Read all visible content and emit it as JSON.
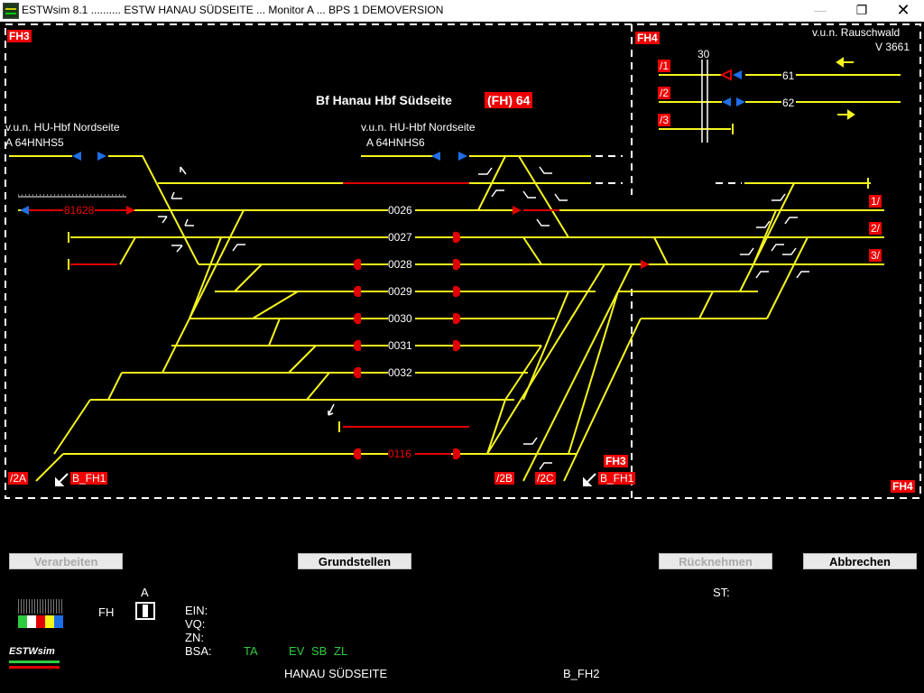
{
  "window": {
    "title": "ESTWsim 8.1 .......... ESTW HANAU SÜDSEITE ... Monitor A ... BPS 1  DEMOVERSION",
    "minimize": "—",
    "maximize": "❐",
    "close": "✕"
  },
  "areas": {
    "fh3_top": "FH3",
    "fh4_top": "FH4",
    "fh3_bottom": "FH3",
    "fh4_bottom": "FH4"
  },
  "station": {
    "name": "Bf Hanau Hbf Südseite",
    "code": "(FH) 64"
  },
  "approaches": {
    "left_line1": "v.u.n. HU-Hbf Nordseite",
    "left_line2": "A 64HNHS5",
    "mid_line1": "v.u.n. HU-Hbf Nordseite",
    "mid_line2": "A 64HNHS6",
    "right_line1": "v.u.n. Rauschwald",
    "right_line2": "V 3661"
  },
  "block": {
    "km": "30",
    "b61": "61",
    "b62": "62",
    "t1": "/1",
    "t2": "/2",
    "t3": "/3"
  },
  "exits": {
    "e1": "1/",
    "e2": "2/",
    "e3": "3/",
    "e2a": "/2A",
    "e2b": "/2B",
    "e2c": "/2C",
    "bfh1_left": "B_FH1",
    "bfh1_right": "B_FH1"
  },
  "tracks": {
    "t0026": "0026",
    "t0027": "0027",
    "t0028": "0028",
    "t0029": "0029",
    "t0030": "0030",
    "t0031": "0031",
    "t0032": "0032",
    "t0116": "0116",
    "train": "81628"
  },
  "buttons": {
    "verarbeiten": "Verarbeiten",
    "grundstellen": "Grundstellen",
    "ruecknehmen": "Rücknehmen",
    "abbrechen": "Abbrechen"
  },
  "status": {
    "st": "ST:",
    "fh": "FH",
    "a": "A",
    "ein": "EIN:",
    "vq": "VQ:",
    "zn": "ZN:",
    "bsa": "BSA:",
    "ta": "TA",
    "ev": "EV",
    "sb": "SB",
    "zl": "ZL",
    "station": "HANAU SÜDSEITE",
    "area": "B_FH2",
    "logo": "ESTWsim"
  },
  "colors": {
    "track": "#f5f51e",
    "occupied": "#e00000",
    "signal_red": "#e00000",
    "signal_blue": "#1e6ee6",
    "label_bg": "#e00000",
    "ok_green": "#2ecc40"
  }
}
